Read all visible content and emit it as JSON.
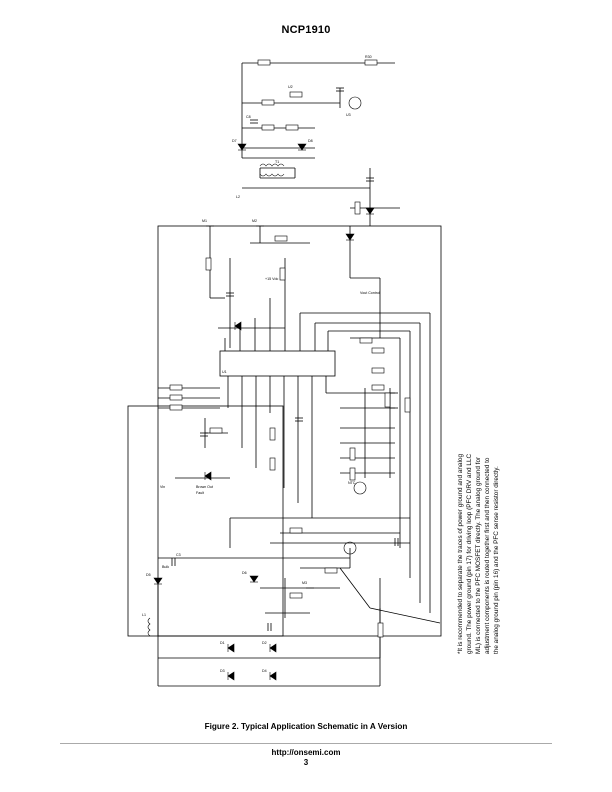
{
  "header": {
    "title": "NCP1910"
  },
  "figure": {
    "caption": "Figure 2. Typical Application Schematic in A Version",
    "note": "*It is recommended to separate the traces of power ground and analog ground. The power ground (pin 17) for driving loop (PFC DRV and LLC ML) is connected to the PFC MOSFET directly. The analog ground for adjustment components is routed together first and then connected to the analog ground pin (pin 16) and the PFC sense resistor directly.",
    "labels": {
      "ic": "U1",
      "bulk": "Bulk",
      "vout_ctrl": "Vout Control",
      "vcc_label": "+15 Vdc",
      "vin": "Vin",
      "l1": "L1",
      "l2": "L2",
      "m1": "M1",
      "m2": "M2",
      "m3": "M3",
      "t1": "T1",
      "d_out1": "D7",
      "d_out2": "D8",
      "c_out": "C8",
      "r_fb": "R30",
      "opto": "U2",
      "ref": "U3",
      "cbulk": "C3",
      "d1": "D1",
      "d2": "D2",
      "d3": "D3",
      "d4": "D4",
      "d5": "D5",
      "d6": "D6",
      "ntc": "NTC",
      "brown": "Brown Out",
      "fault": "Fault"
    }
  },
  "footer": {
    "url": "http://onsemi.com",
    "page": "3"
  }
}
